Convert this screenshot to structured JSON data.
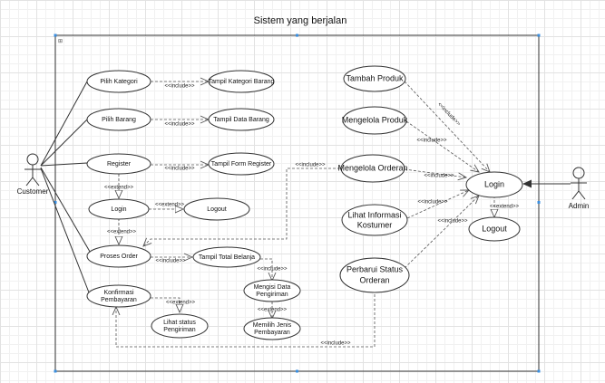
{
  "title": "Sistem yang berjalan",
  "actors": {
    "customer": "Customer",
    "admin": "Admin"
  },
  "use_cases": {
    "pilih_kategori": "Pilih Kategori",
    "tampil_kategori": "Tampil Kategori Barang",
    "pilih_barang": "Pilih Barang",
    "tampil_data_barang": "Tampil Data Barang",
    "register": "Register",
    "tampil_form_register": "Tampil Form Register",
    "login_customer": "Login",
    "logout_customer": "Logout",
    "proses_order": "Proses Order",
    "tampil_total_belanja": "Tampil Total Belanja",
    "mengisi_data_pengiriman_1": "Mengisi Data",
    "mengisi_data_pengiriman_2": "Pengiriman",
    "memilih_jenis_pembayaran_1": "Memilih Jenis",
    "memilih_jenis_pembayaran_2": "Pembayaran",
    "konfirmasi_pembayaran_1": "Konfirmasi",
    "konfirmasi_pembayaran_2": "Pembayaran",
    "lihat_status_pengiriman_1": "Lihat status",
    "lihat_status_pengiriman_2": "Pengiriman",
    "tambah_produk": "Tambah Produk",
    "mengelola_produk": "Mengelola Produk",
    "mengelola_orderan": "Mengelola Orderan",
    "lihat_informasi_kostumer_1": "Lihat Informasi",
    "lihat_informasi_kostumer_2": "Kostumer",
    "perbarui_status_orderan_1": "Perbarui Status",
    "perbarui_status_orderan_2": "Orderan",
    "login_admin": "Login",
    "logout_admin": "Logout"
  },
  "relations": {
    "include": "<<include>>",
    "extend": "<<extend>>"
  }
}
